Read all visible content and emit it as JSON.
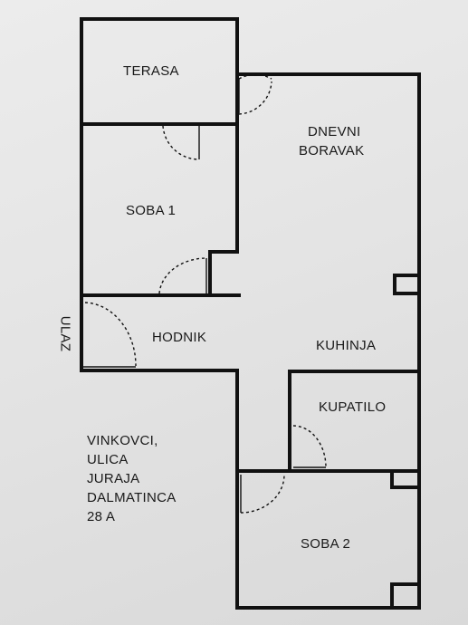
{
  "rooms": {
    "terasa": "TERASA",
    "dnevni_line1": "DNEVNI",
    "dnevni_line2": "BORAVAK",
    "soba1": "SOBA 1",
    "hodnik": "HODNIK",
    "kuhinja": "KUHINJA",
    "kupatilo": "KUPATILO",
    "soba2": "SOBA 2"
  },
  "entrance": "ULAZ",
  "address": [
    "VINKOVCI,",
    "ULICA",
    "JURAJA",
    "DALMATINCA",
    "28 A"
  ]
}
